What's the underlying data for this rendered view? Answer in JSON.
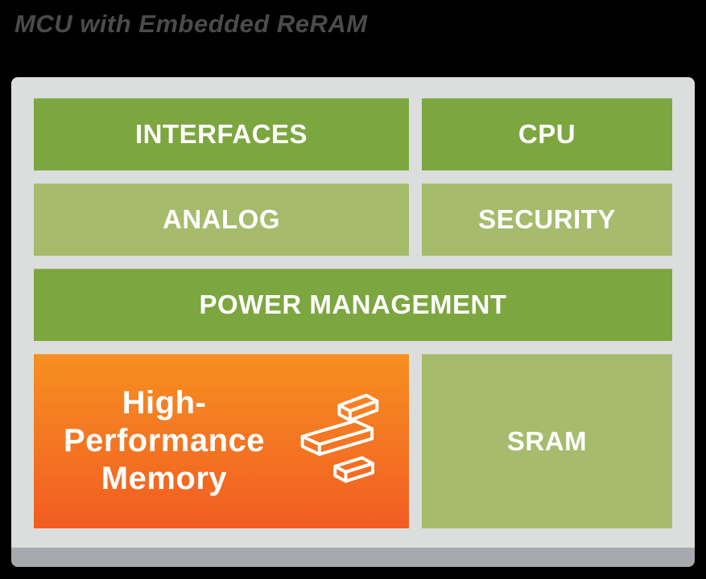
{
  "title": "MCU with Embedded ReRAM",
  "blocks": {
    "interfaces": "INTERFACES",
    "cpu": "CPU",
    "analog": "ANALOG",
    "security": "SECURITY",
    "power_management": "POWER MANAGEMENT",
    "memory_lines": [
      "High-",
      "Performance",
      "Memory"
    ],
    "sram": "SRAM"
  },
  "colors": {
    "background": "#000000",
    "title_text": "#4b4b4d",
    "board_fill": "#dcdddd",
    "board_base_edge": "#a7a9ac",
    "dark_green_block": "#7ca63f",
    "light_green_block": "#a6bb6c",
    "orange_gradient_top": "#f79021",
    "orange_gradient_bottom": "#f15c22",
    "block_text": "#ffffff"
  }
}
